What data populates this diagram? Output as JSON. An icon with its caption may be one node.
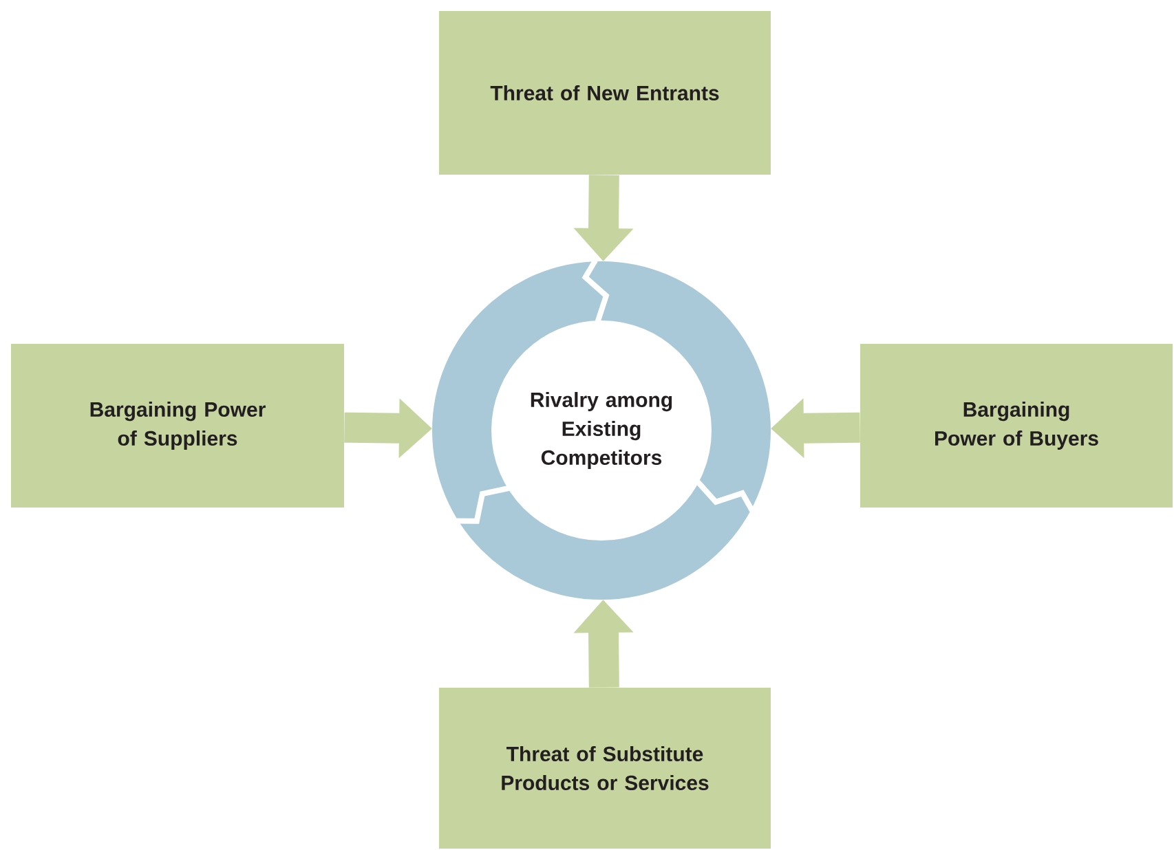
{
  "diagram": {
    "nodes": [
      {
        "text": [
          "Threat of New Entrants"
        ]
      },
      {
        "text": [
          "Bargaining Power of Suppliers"
        ]
      },
      {
        "text": [
          "Rivalry among Existing Competitors"
        ]
      },
      {
        "text": [
          "Bargaining Power of Buyers"
        ]
      },
      {
        "text": [
          "Threat of Substitute Products or Services"
        ]
      }
    ],
    "edges": [
      {
        "from": 0,
        "to": 2,
        "arrow": "to"
      },
      {
        "from": 1,
        "to": 2,
        "arrow": "to"
      },
      {
        "from": 3,
        "to": 2,
        "arrow": "to"
      },
      {
        "from": 4,
        "to": 2,
        "arrow": "to"
      }
    ]
  }
}
